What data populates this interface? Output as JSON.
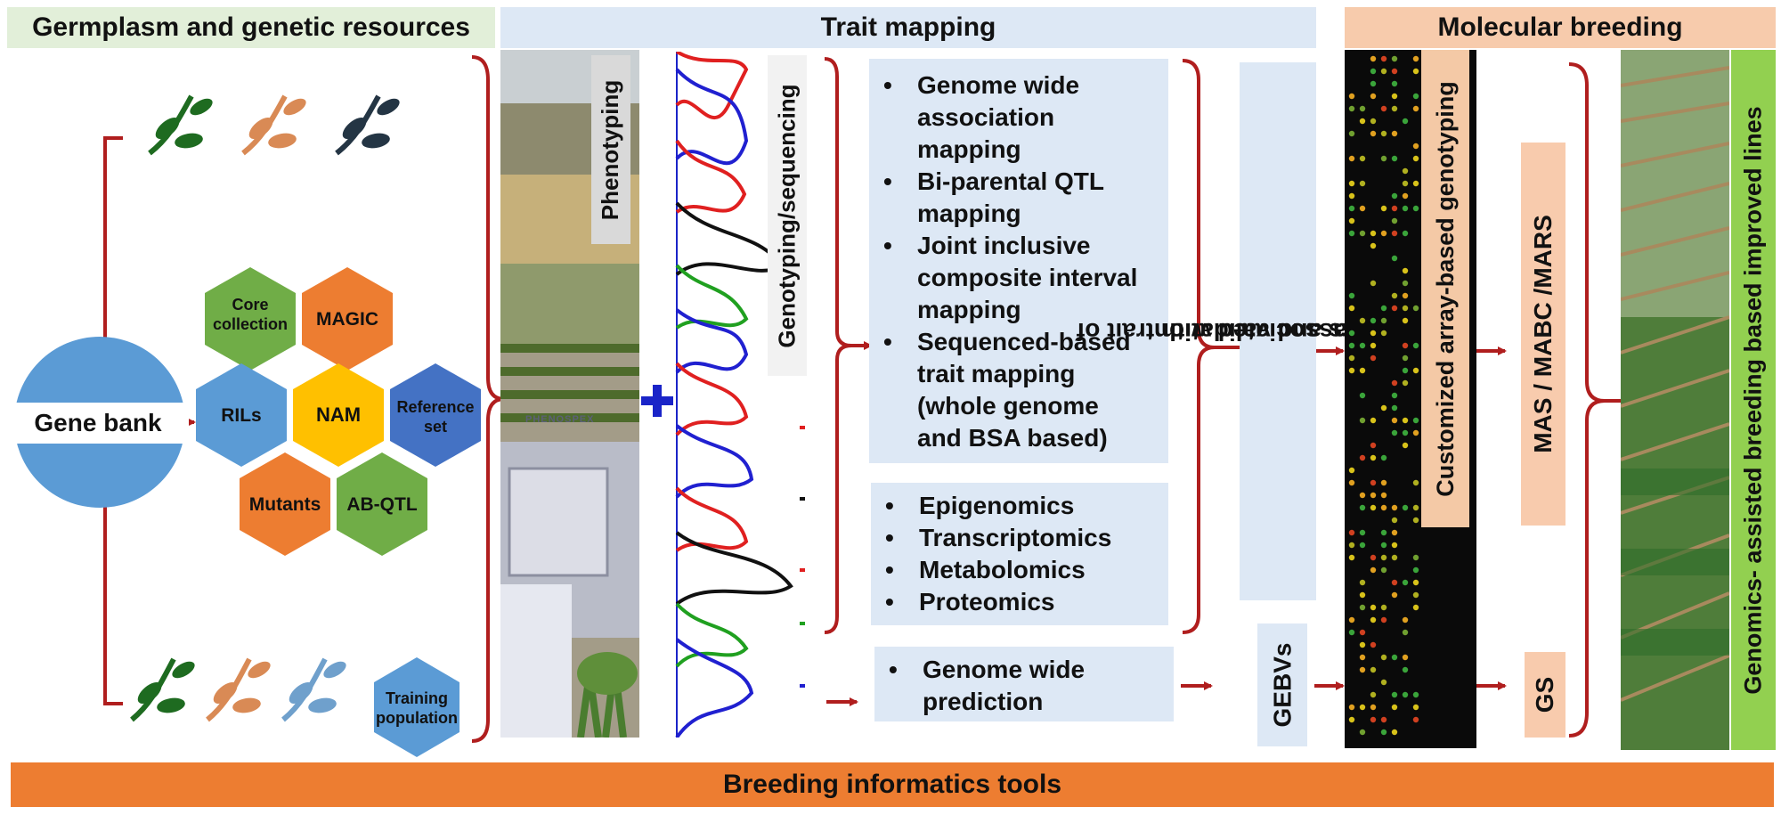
{
  "headers": {
    "germplasm": "Germplasm and genetic resources",
    "trait_mapping": "Trait mapping",
    "molecular_breeding": "Molecular breeding"
  },
  "germplasm": {
    "gene_bank": "Gene bank",
    "hexagons": {
      "core": [
        "Core",
        "collection"
      ],
      "magic": "MAGIC",
      "rils": "RILs",
      "nam": "NAM",
      "reference": [
        "Reference",
        "set"
      ],
      "mutants": "Mutants",
      "abqtl": "AB-QTL"
    },
    "training_population": [
      "Training",
      "population"
    ]
  },
  "trait": {
    "phenotyping": "Phenotyping",
    "genotyping": "Genotyping/sequencing",
    "photo_brand": "PHENOSPEX",
    "mapping_methods": [
      [
        "Genome wide",
        "association",
        "mapping"
      ],
      [
        "Bi-parental QTL",
        "mapping"
      ],
      [
        "Joint inclusive",
        "composite interval",
        "mapping"
      ],
      [
        "Sequenced-based",
        "trait mapping",
        "(whole genome",
        "and BSA based)"
      ]
    ],
    "omics": [
      "Epigenomics",
      "Transcriptomics",
      "Metabolomics",
      "Proteomics"
    ],
    "prediction": [
      "Genome wide",
      "prediction"
    ],
    "markers": [
      "Markers associated with trait of",
      "interests and validation"
    ],
    "gebvs": "GEBVs"
  },
  "molecular": {
    "array_genotyping": "Customized array-based genotyping",
    "mas": "MAS / MABC /MARS",
    "gs": "GS",
    "improved_lines": "Genomics- assisted breeding based improved lines"
  },
  "footer": "Breeding informatics tools",
  "colors": {
    "accent_red": "#b01e1e",
    "header_green": "#e2efd9",
    "header_blue": "#dde8f5",
    "header_peach": "#f7cbac",
    "footer_orange": "#ed7d31",
    "hex_green": "#70ad47",
    "hex_orange": "#ed7d31",
    "hex_blue": "#5b9bd5",
    "hex_yellow": "#ffc000",
    "hex_darkblue": "#4472c4"
  }
}
